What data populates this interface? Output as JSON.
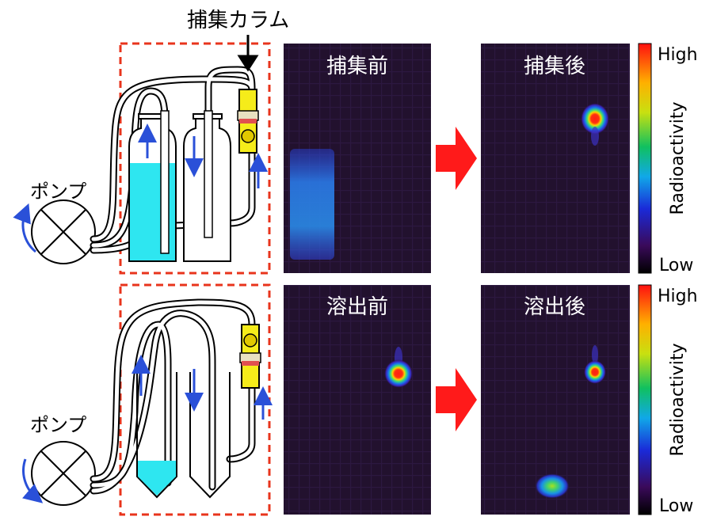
{
  "column_callout": "捕集カラム",
  "pump_label": "ポンプ",
  "panels": {
    "before_capture": "捕集前",
    "after_capture": "捕集後",
    "before_elution": "溶出前",
    "after_elution": "溶出後"
  },
  "colorbar": {
    "high": "High",
    "low": "Low",
    "title": "Radioactivity"
  },
  "colors": {
    "dashed_box": "#e8341c",
    "liquid": "#2ee6f0",
    "flow_arrow": "#2a50d8",
    "transition_arrow": "#ff1a1a",
    "panel_background": "#20102c",
    "column": "#f5ec1a"
  },
  "icons": [
    "pump-symbol",
    "flow-arrow",
    "transition-arrow",
    "capture-column"
  ]
}
